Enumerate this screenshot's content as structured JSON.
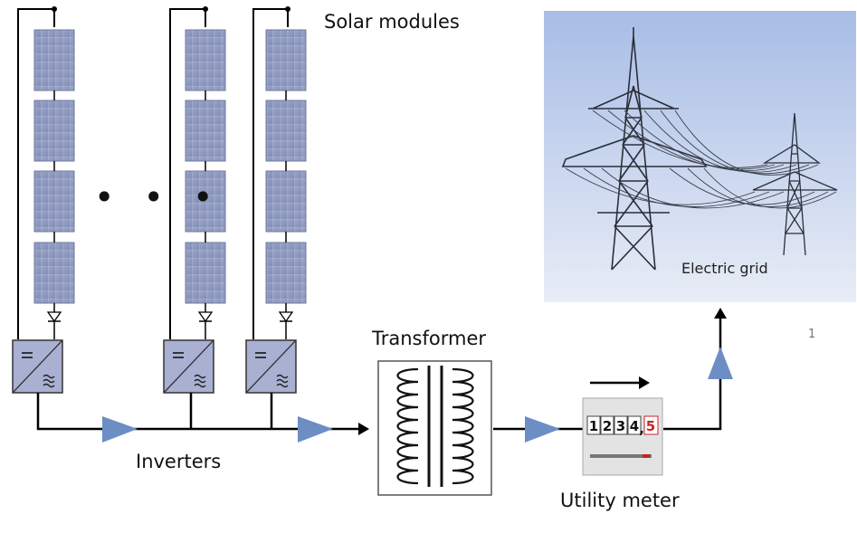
{
  "labels": {
    "solar_modules": "Solar modules",
    "transformer": "Transformer",
    "inverters": "Inverters",
    "utility_meter": "Utility meter",
    "electric_grid": "Electric grid",
    "page_number": "1",
    "ellipsis": "• • •"
  },
  "meter": {
    "digits": [
      "1",
      "2",
      "3",
      "4"
    ],
    "separator": ",",
    "last_digit": "5"
  },
  "colors": {
    "line": "#000000",
    "arrow": "#6d8ec4",
    "panel": "#8c97bd",
    "inverter": "#a7aed0",
    "sky_top": "#a8bde6",
    "sky_bottom": "#e6ebf5",
    "meter_body": "#e3e3e3",
    "meter_red": "#cc2222"
  }
}
